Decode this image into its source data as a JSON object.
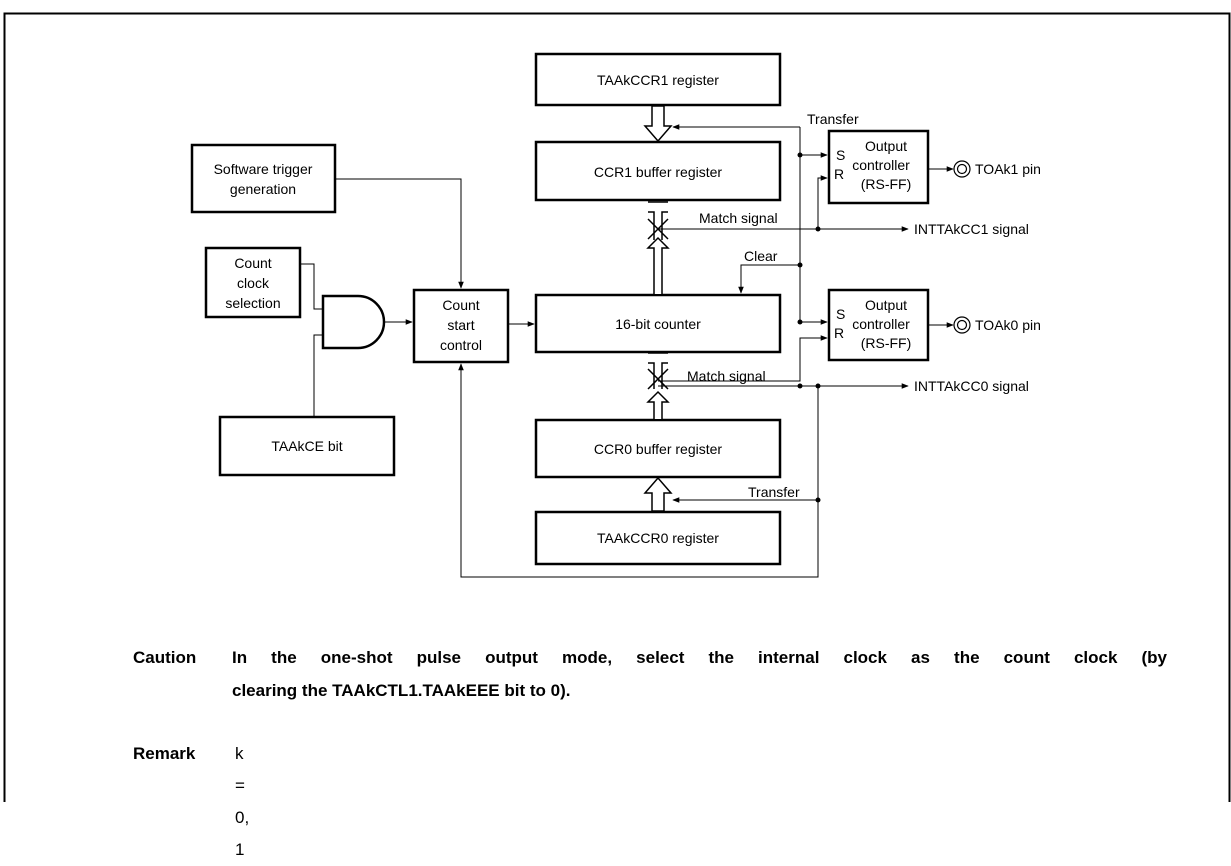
{
  "diagram": {
    "taakccr1_register": "TAAkCCR1 register",
    "ccr1_buffer": "CCR1 buffer register",
    "software_trigger": [
      "Software trigger",
      "generation"
    ],
    "count_clock_selection": [
      "Count",
      "clock",
      "selection"
    ],
    "count_start_control": [
      "Count",
      "start",
      "control"
    ],
    "counter_16bit": "16-bit counter",
    "taakce_bit": "TAAkCE bit",
    "ccr0_buffer": "CCR0 buffer register",
    "taakccr0_register": "TAAkCCR0 register",
    "output_controller_1": {
      "s": "S",
      "r": "R",
      "lines": [
        "Output",
        "controller",
        "(RS-FF)"
      ]
    },
    "output_controller_0": {
      "s": "S",
      "r": "R",
      "lines": [
        "Output",
        "controller",
        "(RS-FF)"
      ]
    },
    "transfer_top": "Transfer",
    "transfer_bottom": "Transfer",
    "match_signal_1": "Match signal",
    "match_signal_0": "Match signal",
    "clear": "Clear",
    "inttakcc1_signal": "INTTAkCC1 signal",
    "inttakcc0_signal": "INTTAkCC0 signal",
    "toak1_pin": "TOAk1 pin",
    "toak0_pin": "TOAk0 pin"
  },
  "caution": {
    "label": "Caution",
    "line1": "In the one-shot pulse output mode, select the internal clock as the count clock (by",
    "line2": "clearing the TAAkCTL1.TAAkEEE bit to 0)."
  },
  "remark": {
    "label": "Remark",
    "text": "k = 0, 1"
  }
}
